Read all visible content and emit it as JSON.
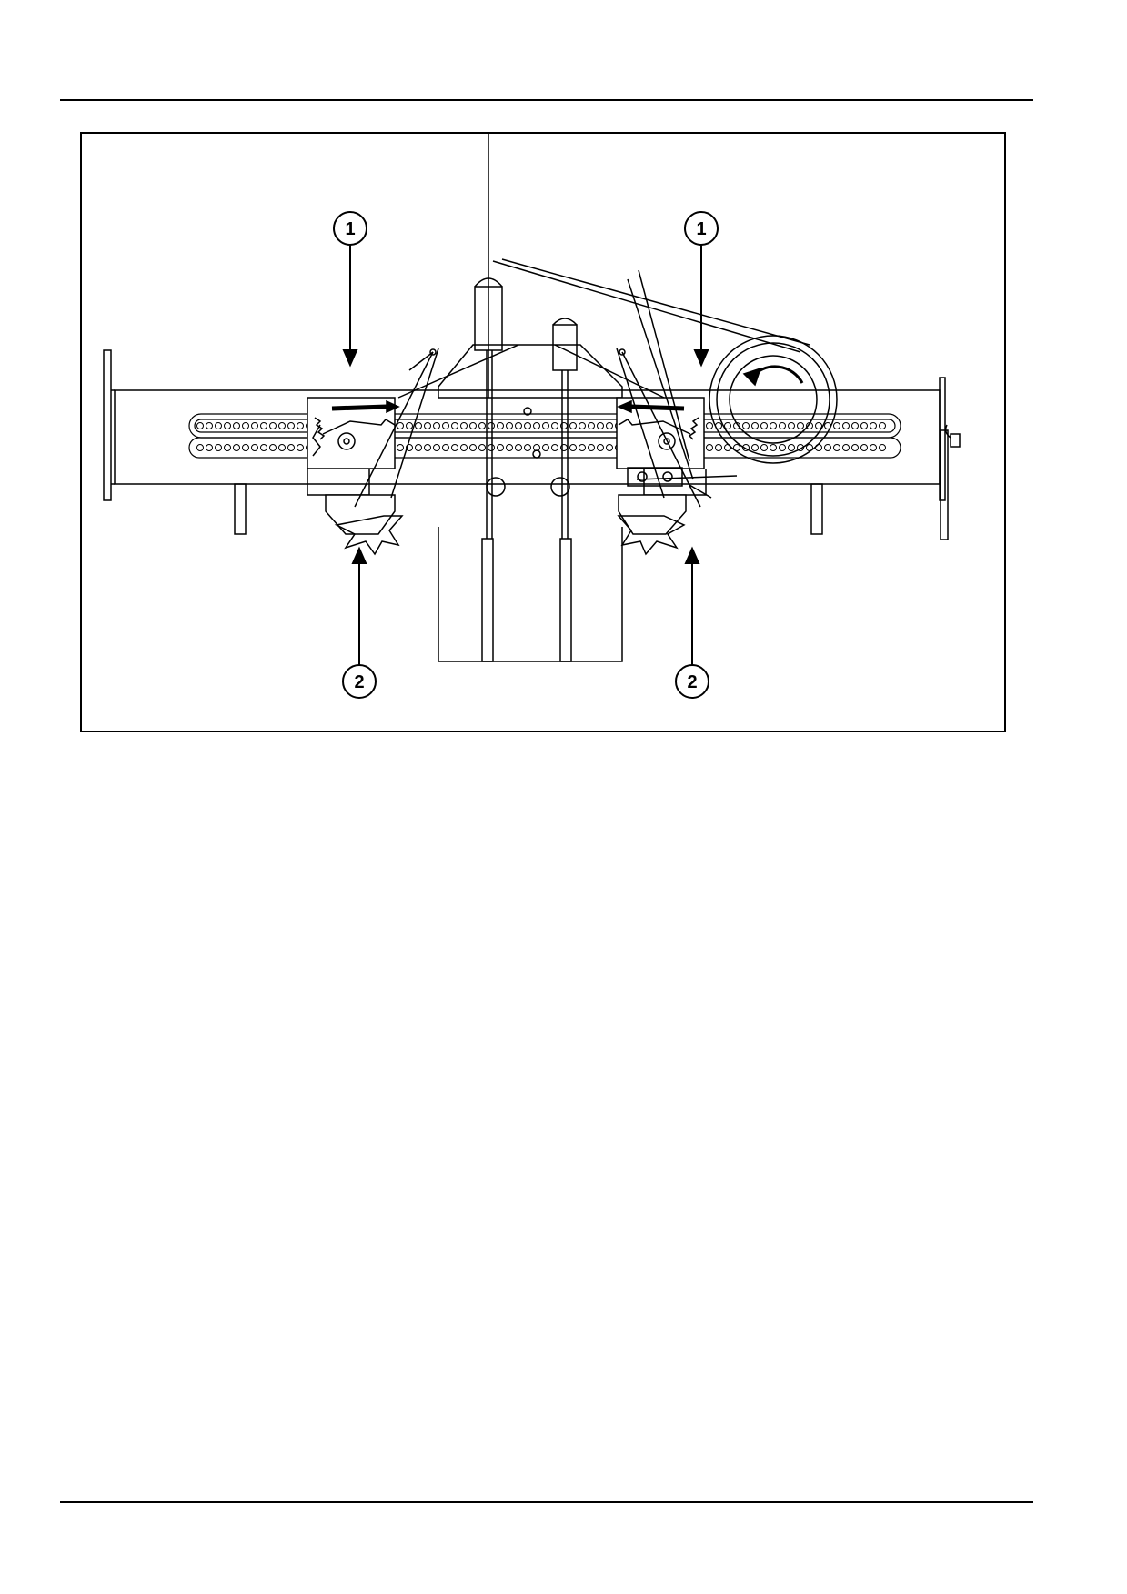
{
  "figure": {
    "callouts": [
      {
        "label": "1"
      },
      {
        "label": "1"
      },
      {
        "label": "2"
      },
      {
        "label": "2"
      }
    ]
  }
}
